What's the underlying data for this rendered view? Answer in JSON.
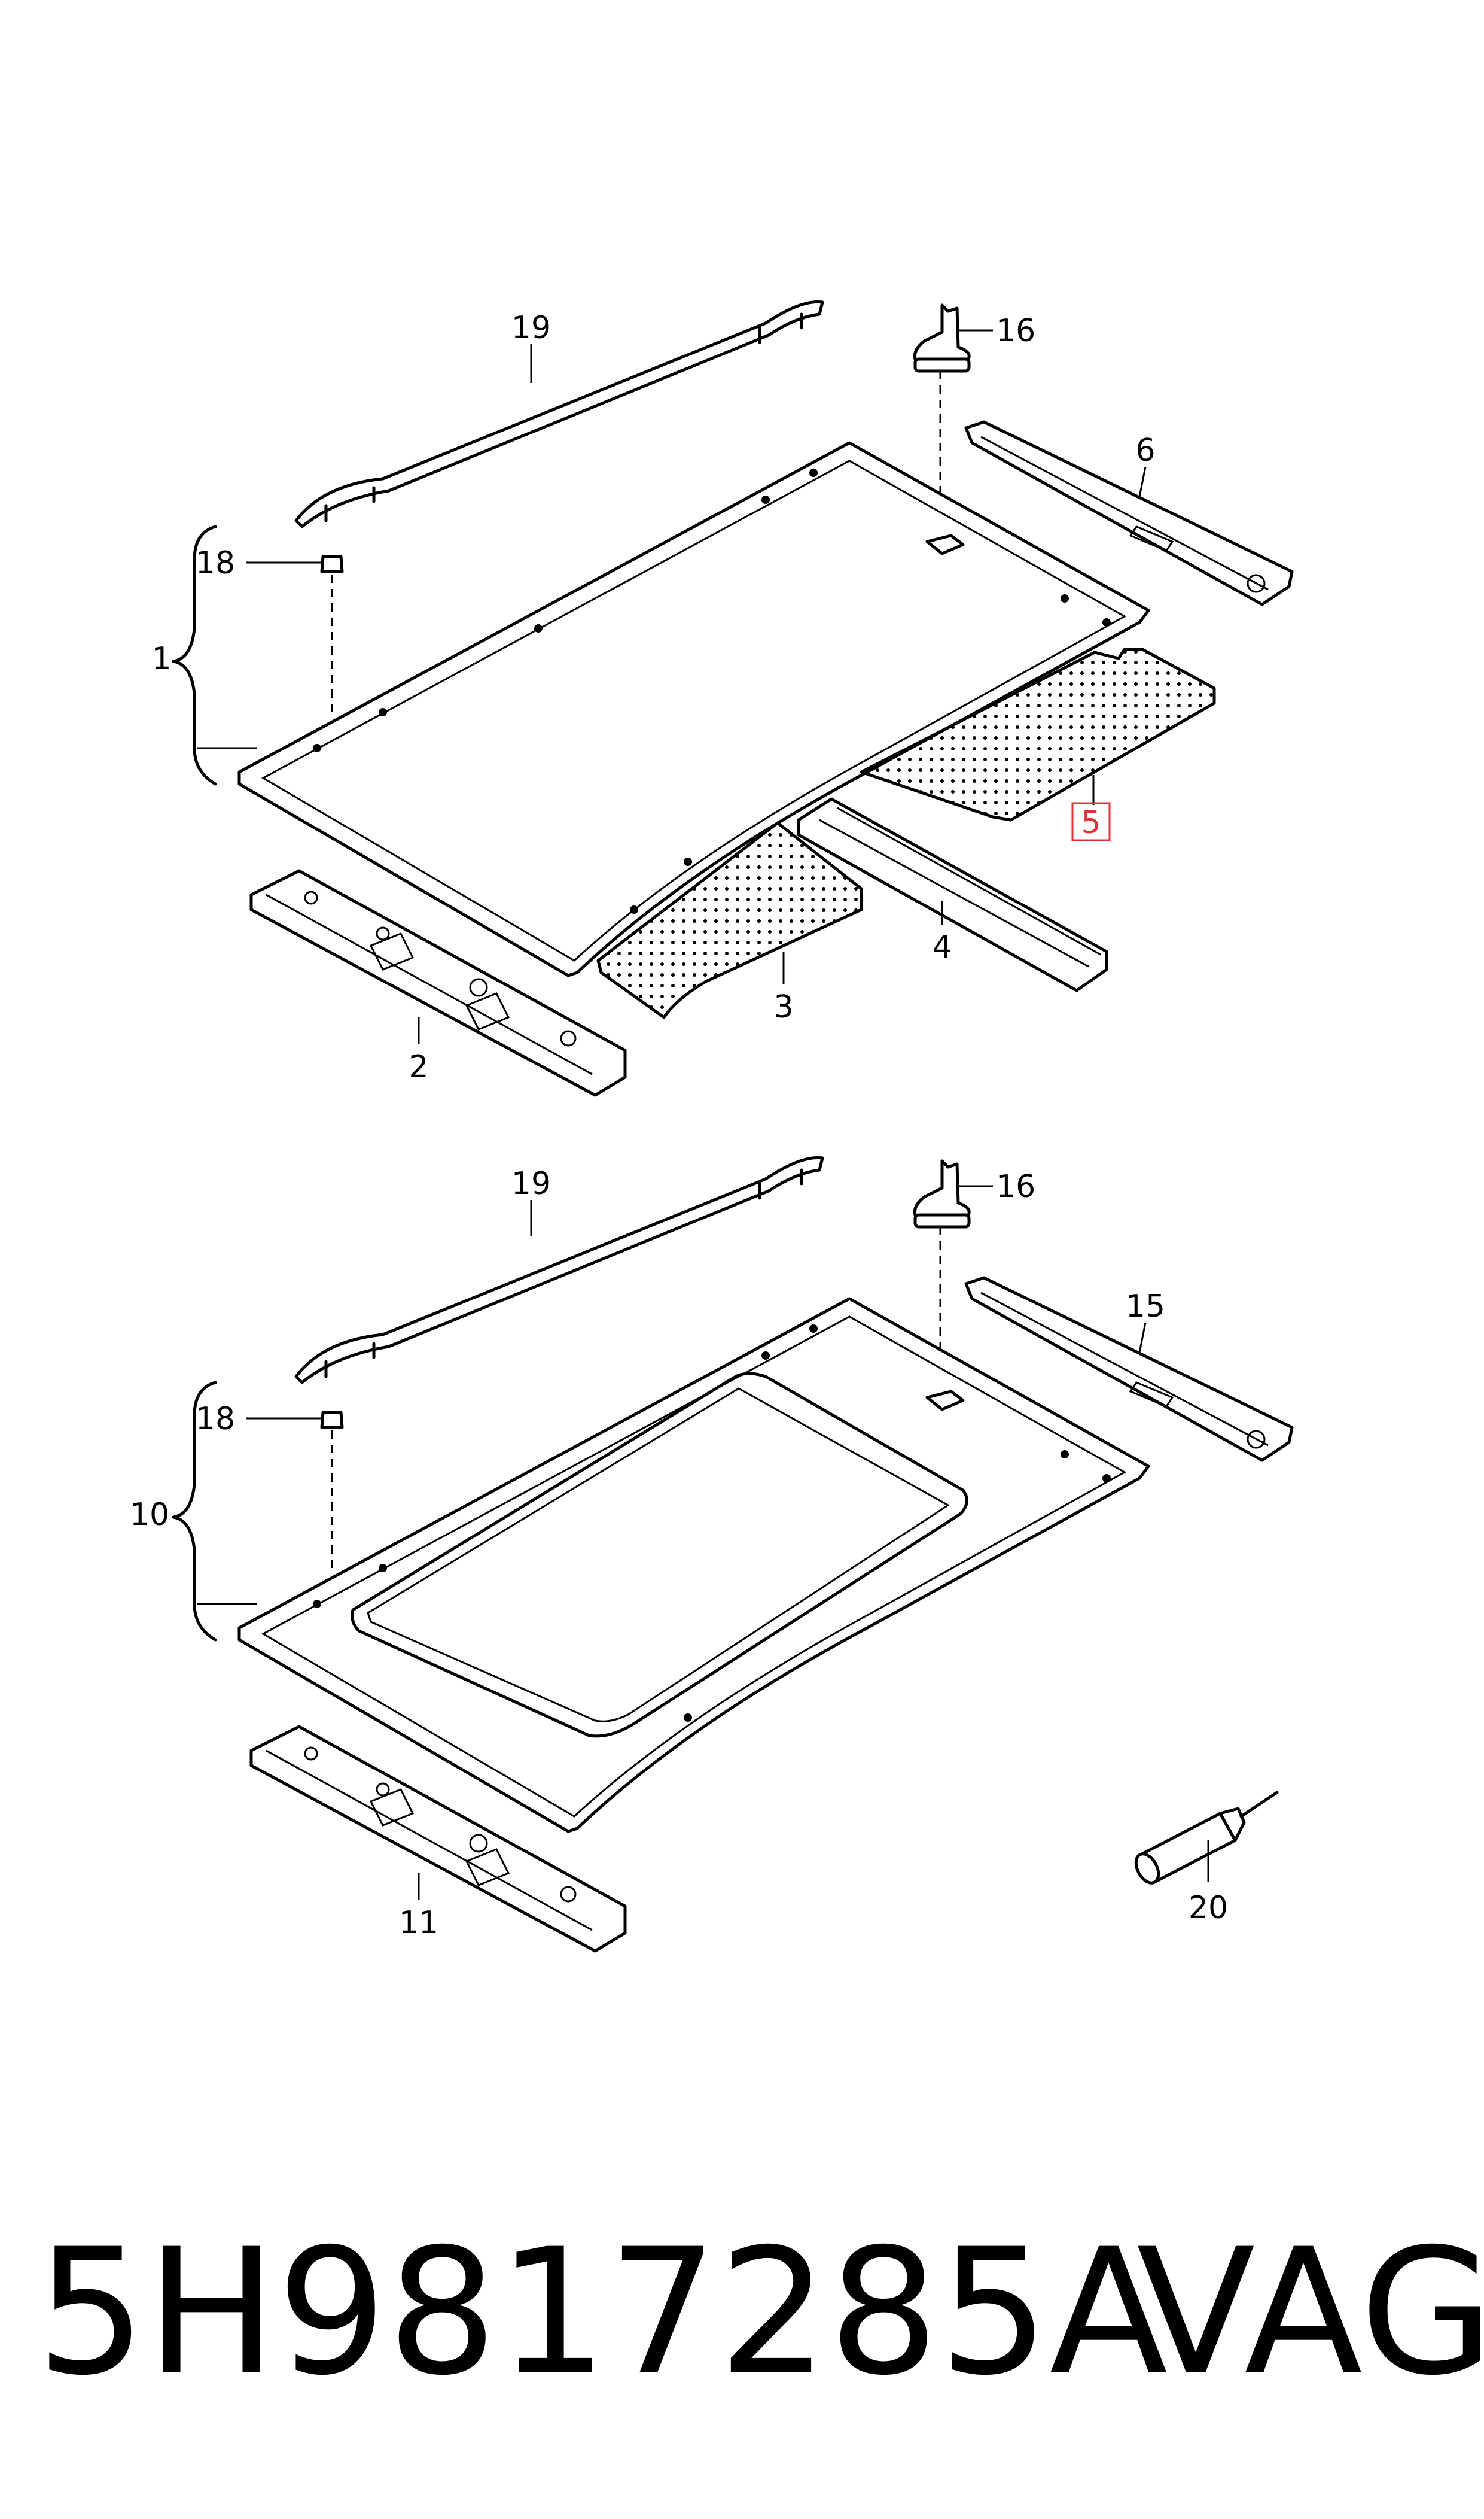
{
  "callouts": {
    "c1": "1",
    "c2": "2",
    "c3": "3",
    "c4": "4",
    "c5": "5",
    "c6": "6",
    "c10": "10",
    "c11": "11",
    "c15": "15",
    "c16a": "16",
    "c16b": "16",
    "c18a": "18",
    "c18b": "18",
    "c19a": "19",
    "c19b": "19",
    "c20": "20"
  },
  "footer": {
    "part_number": "5H9817285A",
    "brand": "VAG"
  },
  "colors": {
    "line": "#000000",
    "highlight": "#e0303a",
    "background": "#ffffff"
  }
}
